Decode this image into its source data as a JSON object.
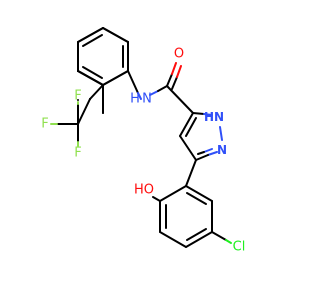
{
  "colors": {
    "carbon": "#000000",
    "oxygen": "#ff0d0d",
    "nitrogen": "#3050f8",
    "fluorine": "#90e050",
    "chlorine": "#1ff01f"
  },
  "atoms": {
    "carbonyl_o": "O",
    "amide_n": "N",
    "amide_h": "H",
    "pyrazole_nh": "N",
    "pyrazole_nh_h": "H",
    "pyrazole_n": "N",
    "hydroxyl": "HO",
    "chlorine": "Cl",
    "f_top": "F",
    "f_left": "F",
    "f_bottom": "F"
  }
}
